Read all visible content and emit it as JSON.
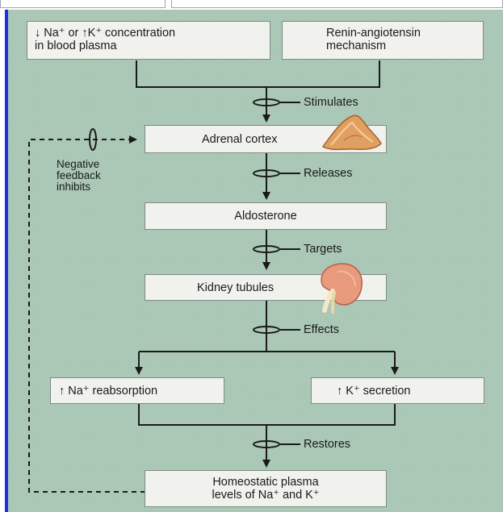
{
  "boxes": {
    "low_ion": {
      "line1": "↓ Na⁺ or ↑K⁺ concentration",
      "line2": "in blood plasma"
    },
    "renin": {
      "line1": "Renin-angiotensin",
      "line2": "mechanism"
    },
    "adrenal": "Adrenal cortex",
    "aldosterone": "Aldosterone",
    "kidney": "Kidney tubules",
    "na_reabsorption": "↑ Na⁺ reabsorption",
    "k_secretion": "↑ K⁺ secretion",
    "homeostatic": {
      "line1": "Homeostatic plasma",
      "line2": "levels of Na⁺ and K⁺"
    }
  },
  "connectors": {
    "stimulates": "Stimulates",
    "releases": "Releases",
    "targets": "Targets",
    "effects": "Effects",
    "restores": "Restores"
  },
  "feedback": {
    "line1": "Negative",
    "line2": "feedback",
    "line3": "inhibits"
  },
  "colors": {
    "panel": "#a9c7b5",
    "box_fill": "#f1f2ee",
    "arrow": "#1a1a1a",
    "accent_bar": "#1f2fe0",
    "adrenal_gland": "#e0a062",
    "kidney": "#e89a7c"
  },
  "icons": {
    "adrenal": "adrenal-gland-illustration",
    "kidney": "kidney-illustration"
  }
}
